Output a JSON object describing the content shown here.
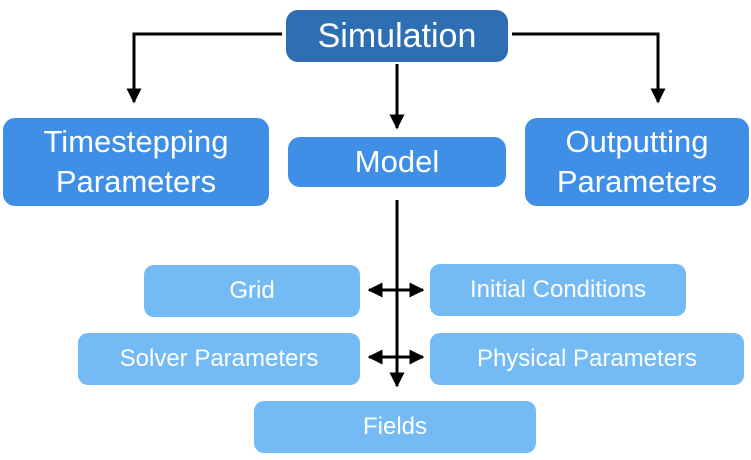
{
  "diagram": {
    "root": {
      "label": "Simulation"
    },
    "level1": {
      "timestepping": {
        "line1": "Timestepping",
        "line2": "Parameters"
      },
      "model": {
        "label": "Model"
      },
      "outputting": {
        "line1": "Outputting",
        "line2": "Parameters"
      }
    },
    "model_components": {
      "grid": "Grid",
      "initial_conditions": "Initial Conditions",
      "solver_parameters": "Solver Parameters",
      "physical_parameters": "Physical Parameters",
      "fields": "Fields"
    },
    "colors": {
      "root_fill": "#2e6fb3",
      "level1_fill": "#3f8fe6",
      "component_fill": "#74bbf6",
      "arrow": "#000000",
      "text": "#ffffff"
    }
  }
}
